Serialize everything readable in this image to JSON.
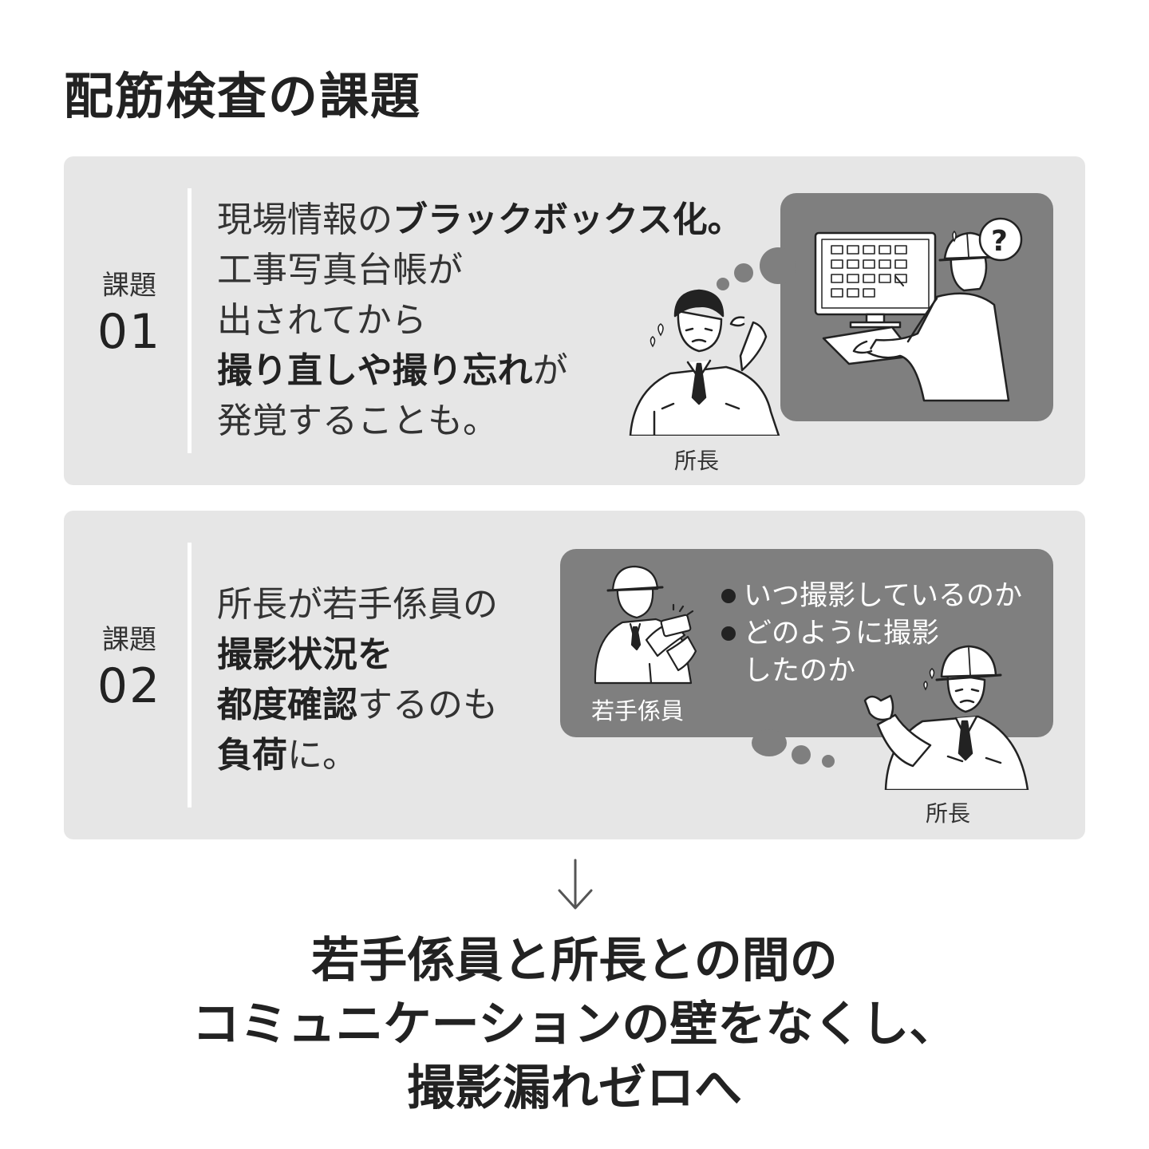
{
  "title": "配筋検査の課題",
  "issues": [
    {
      "label": "課題",
      "number": "01",
      "lines": [
        [
          {
            "t": "現場情報の",
            "b": false
          },
          {
            "t": "ブラックボックス化。",
            "b": true
          }
        ],
        [
          {
            "t": "工事写真台帳が",
            "b": false
          }
        ],
        [
          {
            "t": "出されてから",
            "b": false
          }
        ],
        [
          {
            "t": "撮り直しや撮り忘れ",
            "b": true
          },
          {
            "t": "が",
            "b": false
          }
        ],
        [
          {
            "t": "発覚することも。",
            "b": false
          }
        ]
      ],
      "illustration": {
        "caption": "所長",
        "icons": [
          "worried-director-icon",
          "worker-at-computer-icon",
          "question-mark-icon"
        ]
      }
    },
    {
      "label": "課題",
      "number": "02",
      "lines": [
        [
          {
            "t": "所長が若手係員の",
            "b": false
          }
        ],
        [
          {
            "t": "撮影状況を",
            "b": true
          }
        ],
        [
          {
            "t": "都度確認",
            "b": true
          },
          {
            "t": "するのも",
            "b": false
          }
        ],
        [
          {
            "t": "負荷",
            "b": true
          },
          {
            "t": "に。",
            "b": false
          }
        ]
      ],
      "illustration": {
        "junior_caption": "若手係員",
        "director_caption": "所長",
        "bullets": [
          "いつ撮影しているのか",
          "どのように撮影",
          "したのか"
        ],
        "icons": [
          "junior-worker-photographing-icon",
          "director-gesturing-icon"
        ]
      }
    }
  ],
  "conclusion": [
    "若手係員と所長との間の",
    "コミュニケーションの壁をなくし、",
    "撮影漏れゼロへ"
  ],
  "colors": {
    "card_bg": "#e6e6e6",
    "panel_bg": "#7f7f7f",
    "text": "#2b2b2b"
  }
}
